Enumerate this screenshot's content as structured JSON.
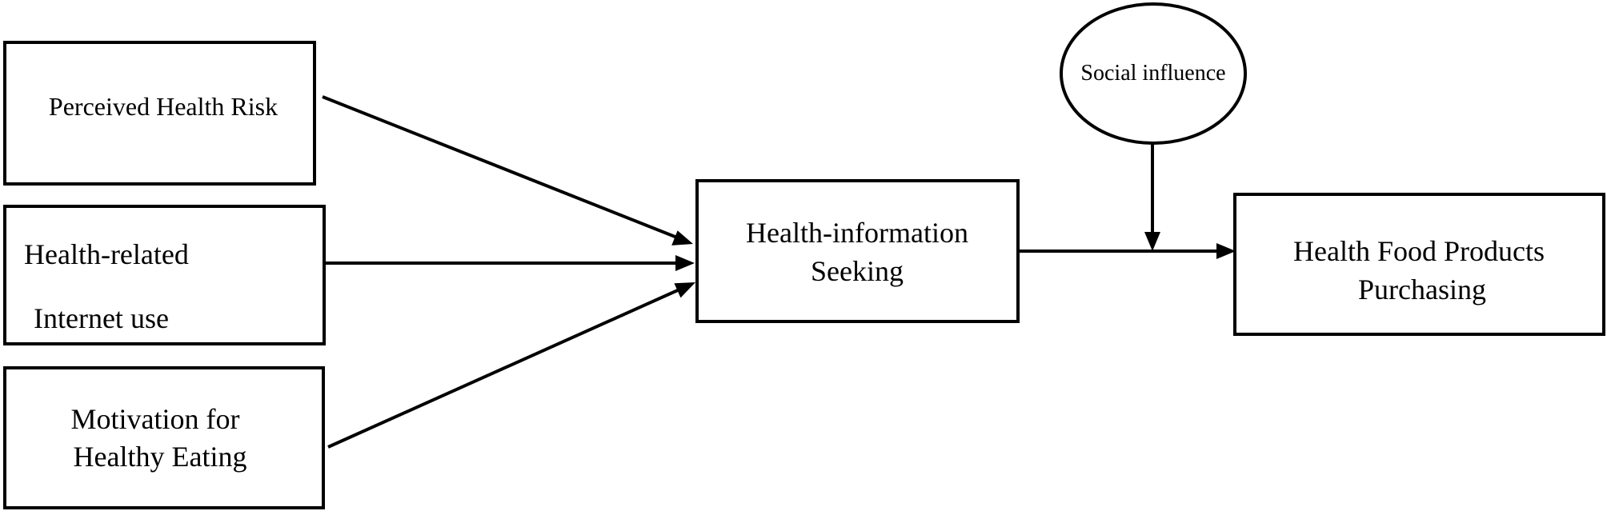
{
  "diagram": {
    "boxes": {
      "perceived_health_risk": [
        "Perceived Health Risk"
      ],
      "health_related_internet_use": [
        "Health-related",
        "Internet use"
      ],
      "motivation_healthy_eating": [
        "Motivation for",
        "Healthy Eating"
      ],
      "health_information_seeking": [
        "Health-information",
        "Seeking"
      ],
      "health_food_purchasing": [
        "Health Food Products",
        "Purchasing"
      ]
    },
    "moderator": {
      "social_influence": "Social influence"
    }
  }
}
